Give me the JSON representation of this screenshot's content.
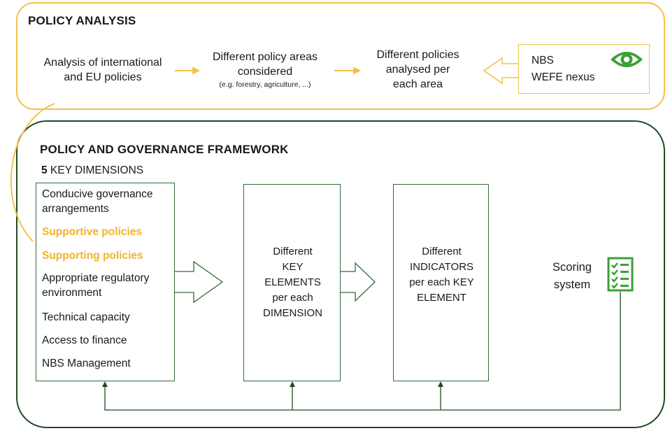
{
  "policy_analysis": {
    "title": "POLICY ANALYSIS",
    "step1": {
      "line1": "Analysis of international",
      "line2": "and EU policies"
    },
    "step2": {
      "line1": "Different  policy areas",
      "line2": "considered",
      "note": "(e.g. forestry, agriculture, ...)"
    },
    "step3": {
      "line1": "Different  policies",
      "line2": "analysed per",
      "line3": "each area"
    },
    "lens": {
      "line1": "NBS",
      "line2": "WEFE nexus",
      "icon": "eye-icon"
    }
  },
  "governance": {
    "title": "POLICY AND GOVERNANCE FRAMEWORK",
    "dimensions_count": "5",
    "dimensions_label": " KEY DIMENSIONS",
    "dimensions": [
      {
        "line1": "Conducive governance",
        "line2": "arrangements",
        "highlight": false
      },
      {
        "line1": "Supportive policies",
        "highlight": true
      },
      {
        "line1": "Supporting  policies",
        "highlight": true
      },
      {
        "line1": "Appropriate regulatory",
        "line2": "environment",
        "highlight": false
      },
      {
        "line1": "Technical capacity",
        "highlight": false
      },
      {
        "line1": "Access to finance",
        "highlight": false
      },
      {
        "line1": "NBS Management",
        "highlight": false
      }
    ],
    "elements_box": {
      "line1": "Different",
      "line2": "KEY",
      "line3": "ELEMENTS",
      "line4": "per each",
      "line5": "DIMENSION"
    },
    "indicators_box": {
      "line1": "Different",
      "line2": "INDICATORS",
      "line3": "per each KEY",
      "line4": "ELEMENT"
    },
    "scoring": {
      "line1": "Scoring",
      "line2": "system",
      "icon": "checklist-icon"
    }
  },
  "colors": {
    "yellow": "#f2c14b",
    "highlight_text": "#f0b429",
    "dark_green": "#1f4a24",
    "box_green": "#2f6b3a",
    "icon_green": "#3aa035"
  }
}
